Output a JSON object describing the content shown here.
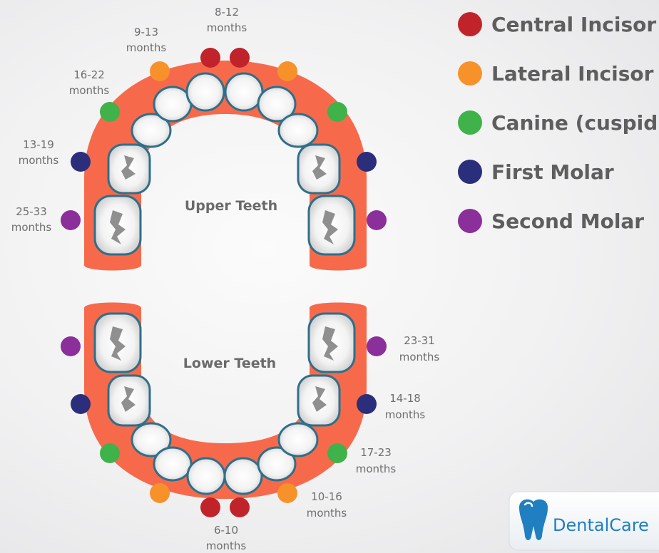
{
  "upper": {
    "title": "Upper Teeth",
    "labels": {
      "central": [
        "8-12",
        "months"
      ],
      "lateral": [
        "9-13",
        "months"
      ],
      "canine": [
        "16-22",
        "months"
      ],
      "first_molar": [
        "13-19",
        "months"
      ],
      "second_molar": [
        "25-33",
        "months"
      ]
    }
  },
  "lower": {
    "title": "Lower Teeth",
    "labels": {
      "second_molar": [
        "23-31",
        "months"
      ],
      "first_molar": [
        "14-18",
        "months"
      ],
      "canine": [
        "17-23",
        "months"
      ],
      "lateral": [
        "10-16",
        "months"
      ],
      "central": [
        "6-10",
        "months"
      ]
    }
  },
  "legend": [
    {
      "key": "central",
      "label": "Central Incisor",
      "color": "#c0242a"
    },
    {
      "key": "lateral",
      "label": "Lateral Incisor",
      "color": "#f7922a"
    },
    {
      "key": "canine",
      "label": "Canine (cuspid)",
      "color": "#3fb24a"
    },
    {
      "key": "first_molar",
      "label": "First Molar",
      "color": "#2b2e7a"
    },
    {
      "key": "second_molar",
      "label": "Second Molar",
      "color": "#8b2f9a"
    }
  ],
  "colors": {
    "gum": "#f66a4b",
    "tooth_outline": "#2f6f8a",
    "tooth_fill": "#ffffff",
    "molar_groove": "#8f8f8f"
  },
  "brand": {
    "name": "DentalCare",
    "icon": "tooth-icon"
  }
}
